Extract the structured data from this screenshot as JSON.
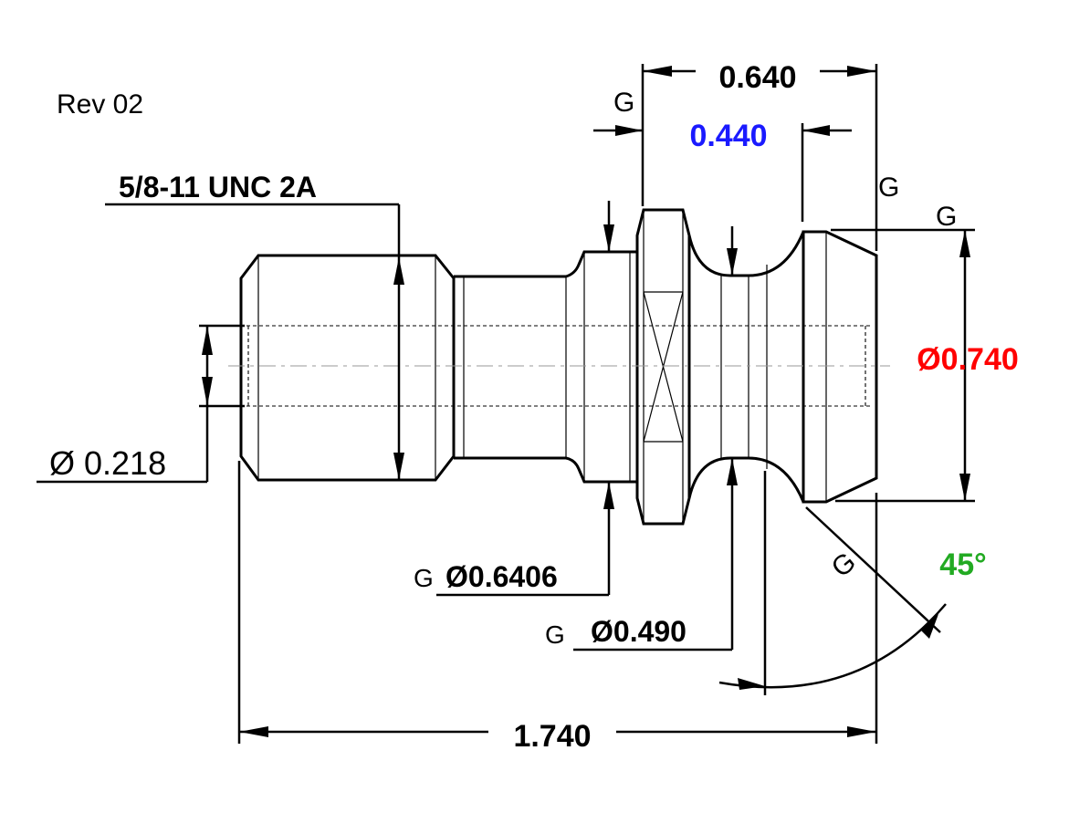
{
  "revision": "Rev 02",
  "thread_callout": "5/8-11 UNC 2A",
  "dims": {
    "overall_length": "1.740",
    "head_length": "0.640",
    "neck_length": "0.440",
    "head_diameter": "Ø0.740",
    "bore_diameter": "Ø 0.218",
    "pilot_diameter": "Ø0.6406",
    "groove_diameter": "Ø0.490",
    "angle": "45°"
  },
  "grind_symbol": "G",
  "colors": {
    "neck_length": "#1a1aff",
    "head_diameter": "#ff0000",
    "angle": "#22aa22",
    "line": "#000000"
  }
}
